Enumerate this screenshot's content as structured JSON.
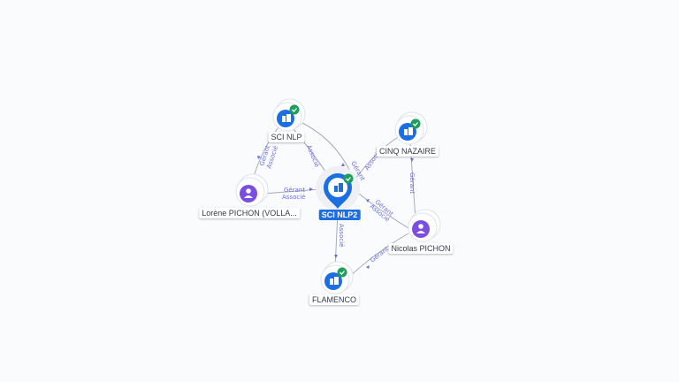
{
  "colors": {
    "company": "#1b6fe3",
    "person": "#7a4fe0",
    "verified": "#1e9e5a",
    "edge": "#a7aab8",
    "edge_label": "#6b6fd8"
  },
  "nodes": {
    "center": {
      "label": "SCI NLP2",
      "icon": "building-icon",
      "badge": "check-icon"
    },
    "sci_nlp": {
      "label": "SCI NLP",
      "icon": "building-icon",
      "badge": "check-icon"
    },
    "cinq_nazaire": {
      "label": "CINQ NAZAIRE",
      "icon": "building-icon",
      "badge": "check-icon"
    },
    "lorene": {
      "label": "Lorène PICHON (VOLLA...",
      "icon": "person-icon"
    },
    "nicolas": {
      "label": "Nicolas PICHON",
      "icon": "person-icon"
    },
    "flamenco": {
      "label": "FLAMENCO",
      "icon": "building-icon",
      "badge": "check-icon"
    }
  },
  "edge_labels": {
    "lorene_sci_nlp": [
      "Gérant",
      "Associé"
    ],
    "lorene_center": [
      "Gérant",
      "Associé"
    ],
    "sci_nlp_center": [
      "Associé"
    ],
    "center_cinq": [
      "Gérant",
      "Associé"
    ],
    "nicolas_center": [
      "Gérant",
      "Associé"
    ],
    "nicolas_cinq": [
      "Gérant"
    ],
    "center_flamenco": [
      "Associé"
    ],
    "nicolas_flamenco": [
      "Gérant"
    ]
  }
}
